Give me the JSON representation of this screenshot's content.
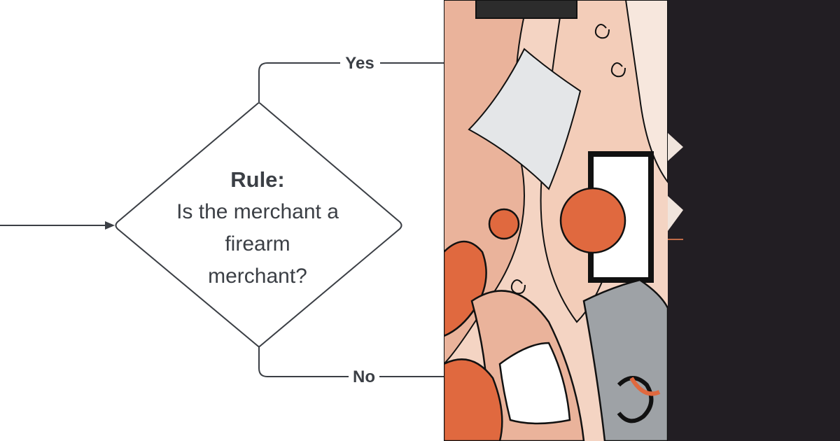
{
  "flowchart": {
    "decision": {
      "title": "Rule:",
      "lines": [
        "Is the merchant a",
        "firearm",
        "merchant?"
      ]
    },
    "branch_yes": "Yes",
    "branch_no": "No"
  },
  "illustration": {
    "description_icon": "abstract-collage-illustration-icon"
  },
  "colors": {
    "line": "#3b3f45",
    "accent_orange": "#e0693f",
    "peach": "#eab39b",
    "gray": "#9ea2a6",
    "dark_panel": "#221e23"
  }
}
